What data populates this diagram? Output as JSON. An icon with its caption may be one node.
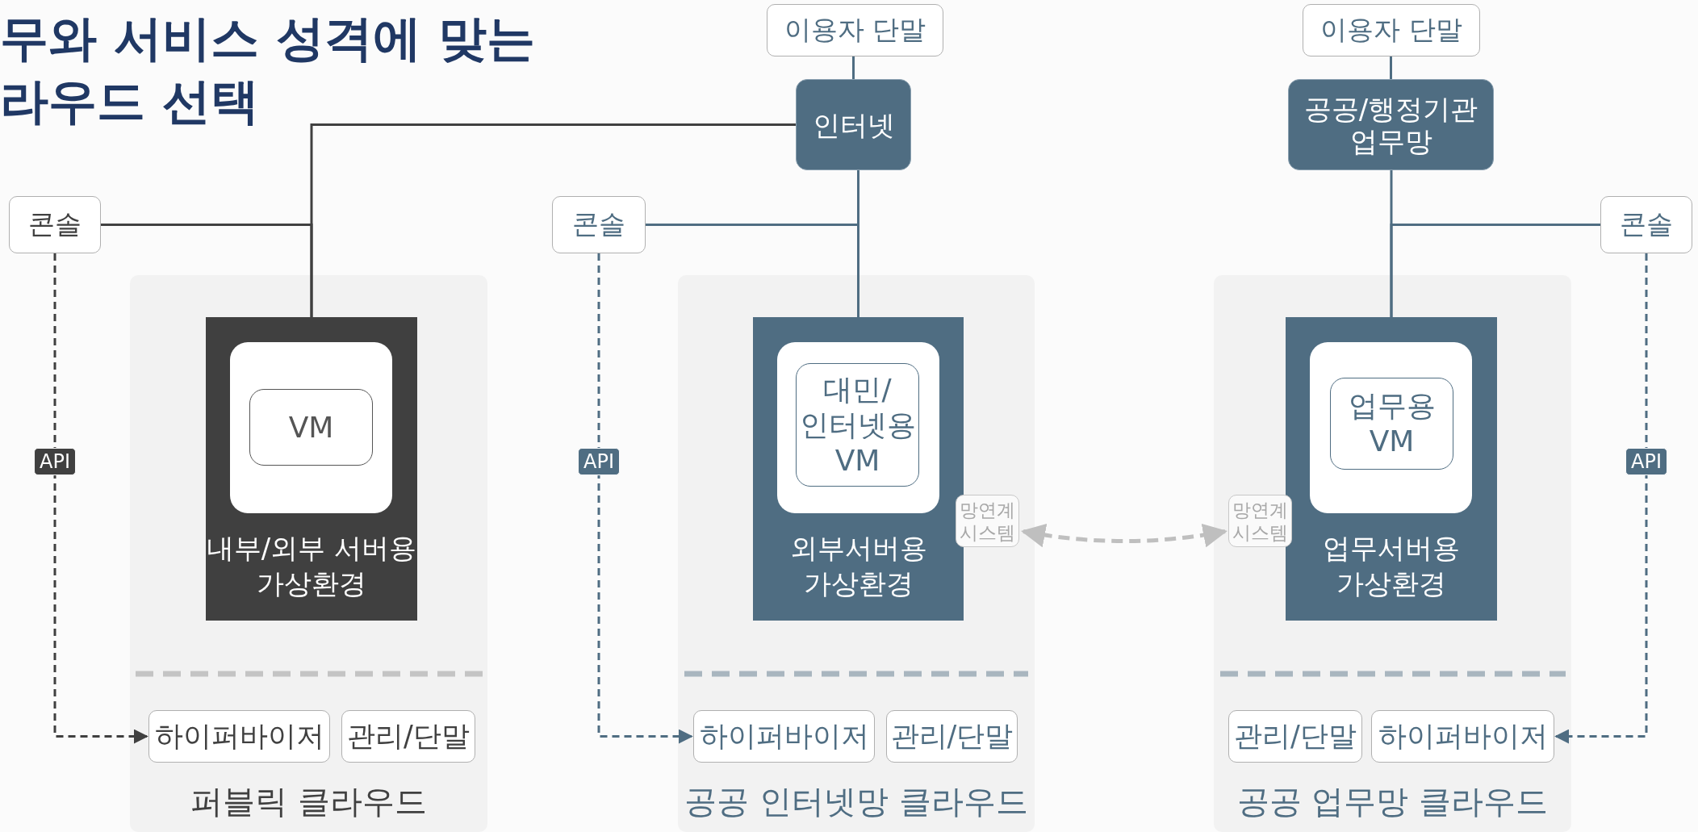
{
  "diagram": {
    "title": "무와 서비스 성격에 맞는 라우드 선택",
    "nodes": [
      {
        "text": [
          "이용자 단말"
        ]
      },
      {
        "text": [
          "이용자 단말"
        ]
      },
      {
        "text": [
          "인터넷"
        ]
      },
      {
        "text": [
          "공공/행정기관 업무망"
        ]
      },
      {
        "text": [
          "콘솔"
        ]
      },
      {
        "text": [
          "콘솔"
        ]
      },
      {
        "text": [
          "콘솔"
        ]
      },
      {
        "text": [
          "퍼블릭 클라우드"
        ]
      },
      {
        "text": [
          "내부/외부 서버용 가상환경"
        ],
        "in": 7
      },
      {
        "text": [],
        "shape": "box",
        "in": 8
      },
      {
        "text": [
          "VM"
        ],
        "in": 9
      },
      {
        "text": [
          "하이퍼바이저"
        ],
        "in": 7
      },
      {
        "text": [
          "관리/단말"
        ],
        "in": 7
      },
      {
        "text": [
          "공공 인터넷망 클라우드"
        ]
      },
      {
        "text": [
          "외부서버용 가상환경"
        ],
        "in": 13
      },
      {
        "text": [],
        "shape": "box",
        "in": 14
      },
      {
        "text": [
          "대민/ 인터넷용 VM"
        ],
        "in": 15
      },
      {
        "text": [
          "망연계 시스템"
        ],
        "in": 13
      },
      {
        "text": [
          "하이퍼바이저"
        ],
        "in": 13
      },
      {
        "text": [
          "관리/단말"
        ],
        "in": 13
      },
      {
        "text": [
          "공공 업무망 클라우드"
        ]
      },
      {
        "text": [
          "업무서버용 가상환경"
        ],
        "in": 20
      },
      {
        "text": [],
        "shape": "box",
        "in": 21
      },
      {
        "text": [
          "업무용 VM"
        ],
        "in": 22
      },
      {
        "text": [
          "망연계 시스템"
        ],
        "in": 20
      },
      {
        "text": [
          "관리/단말"
        ],
        "in": 20
      },
      {
        "text": [
          "하이퍼바이저"
        ],
        "in": 20
      }
    ],
    "edges": [
      {
        "from": 0,
        "to": 2,
        "arrow": "none"
      },
      {
        "from": 1,
        "to": 3,
        "arrow": "none"
      },
      {
        "from": 2,
        "to": 8,
        "arrow": "none",
        "color": "#404040"
      },
      {
        "from": 4,
        "to": 8,
        "arrow": "none",
        "color": "#404040"
      },
      {
        "from": 2,
        "to": 14,
        "arrow": "none"
      },
      {
        "from": 5,
        "to": 14,
        "arrow": "none"
      },
      {
        "from": 3,
        "to": 21,
        "arrow": "none"
      },
      {
        "from": 6,
        "to": 21,
        "arrow": "none"
      },
      {
        "from": 4,
        "to": 11,
        "arrow": "to",
        "style": "dashed",
        "color": "#404040",
        "label": "API"
      },
      {
        "from": 5,
        "to": 18,
        "arrow": "to",
        "style": "dashed",
        "label": "API"
      },
      {
        "from": 6,
        "to": 26,
        "arrow": "to",
        "style": "dashed",
        "label": "API"
      },
      {
        "from": 17,
        "to": 24,
        "arrow": "both",
        "style": "dashed",
        "color": "#bfbfbf"
      }
    ]
  }
}
